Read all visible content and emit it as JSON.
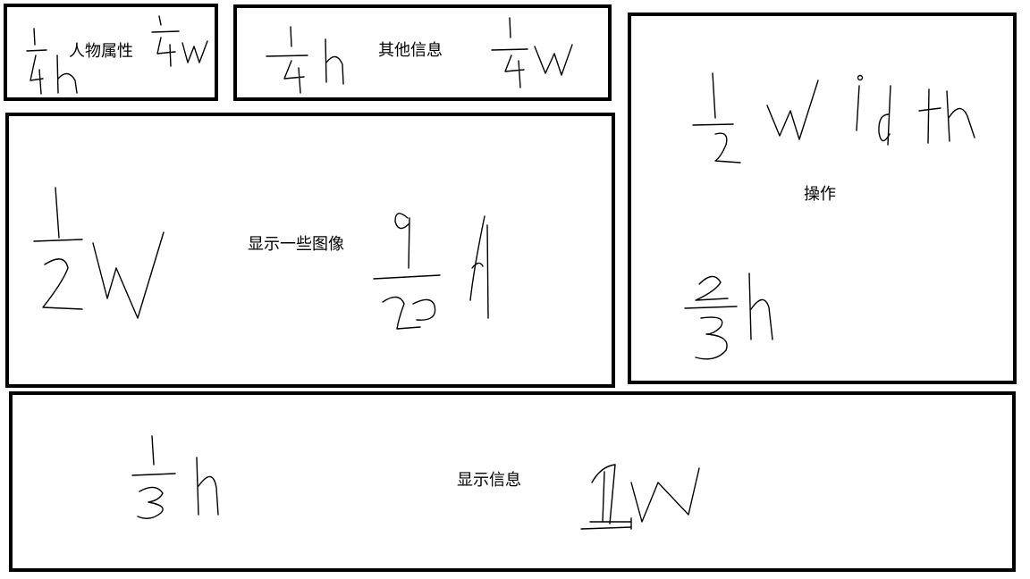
{
  "boxes": {
    "character_attributes": {
      "label": "人物属性",
      "width_note": "1/4 w",
      "height_note": "1/4 h"
    },
    "other_info": {
      "label": "其他信息",
      "width_note": "1/4 w",
      "height_note": "1/4 h"
    },
    "operations": {
      "label": "操作",
      "width_note": "1/2 width",
      "height_note": "2/3 h"
    },
    "image_display": {
      "label": "显示一些图像",
      "width_note": "1/2 W",
      "height_note": "9/20 h"
    },
    "info_display": {
      "label": "显示信息",
      "width_note": "1 W",
      "height_note": "1/3 h"
    }
  },
  "colors": {
    "stroke": "#000000",
    "background": "#ffffff"
  }
}
